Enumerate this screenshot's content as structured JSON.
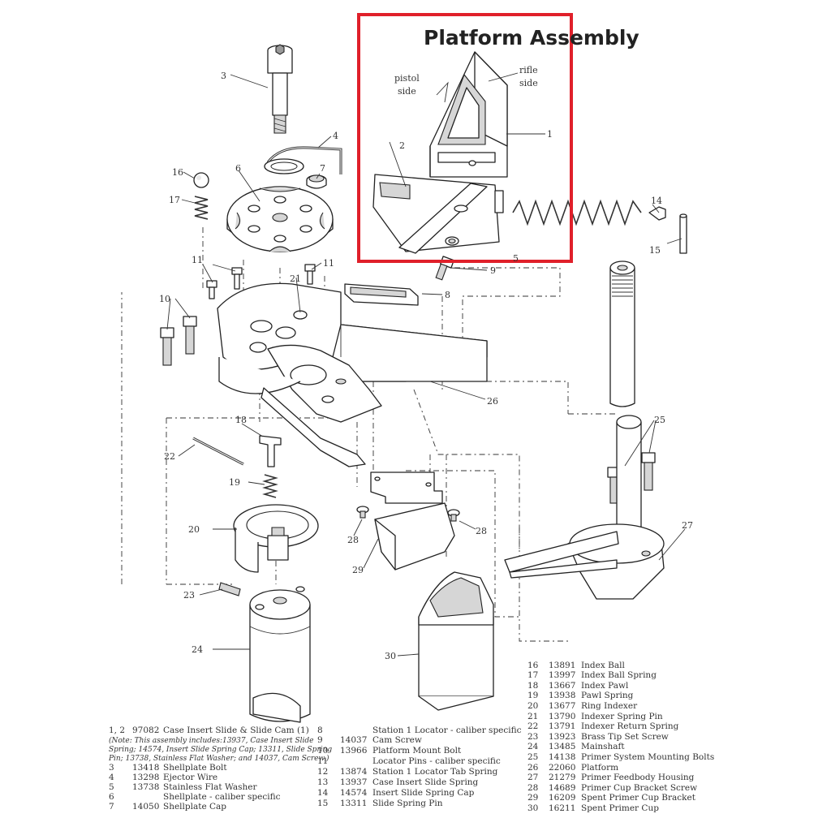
{
  "title": "Platform Assembly",
  "annotations": {
    "pistol": "pistol",
    "pistol_side": "side",
    "rifle": "rifle",
    "rifle_side": "side"
  },
  "callouts": {
    "c1": "1",
    "c2": "2",
    "c3": "3",
    "c4": "4",
    "c5": "5",
    "c6": "6",
    "c7": "7",
    "c8": "8",
    "c9": "9",
    "c10": "10",
    "c11a": "11",
    "c11b": "11",
    "c14": "14",
    "c15": "15",
    "c16": "16",
    "c17": "17",
    "c18": "18",
    "c19": "19",
    "c20": "20",
    "c21": "21",
    "c22": "22",
    "c23": "23",
    "c24": "24",
    "c25": "25",
    "c26": "26",
    "c27": "27",
    "c28a": "28",
    "c28b": "28",
    "c29": "29",
    "c30": "30"
  },
  "highlight_color": "#e0202a",
  "parts_left": [
    {
      "ref": "1, 2",
      "num": "97082",
      "desc": "Case Insert Slide & Slide Cam (1)"
    }
  ],
  "note_lines": [
    "(Note: This assembly includes:13937, Case Insert Slide",
    "Spring; 14574, Insert Slide Spring Cap; 13311, Slide Spring",
    "Pin; 13738, Stainless Flat Washer; and 14037, Cam Screw.)"
  ],
  "parts_left_2": [
    {
      "ref": "3",
      "num": "13418",
      "desc": "Shellplate Bolt"
    },
    {
      "ref": "4",
      "num": "13298",
      "desc": "Ejector Wire"
    },
    {
      "ref": "5",
      "num": "13738",
      "desc": "Stainless Flat Washer"
    },
    {
      "ref": "6",
      "num": "",
      "desc": "Shellplate - caliber specific"
    },
    {
      "ref": "7",
      "num": "14050",
      "desc": "Shellplate Cap"
    }
  ],
  "parts_mid": [
    {
      "ref": "8",
      "num": "",
      "desc": "Station 1 Locator - caliber specific"
    },
    {
      "ref": "9",
      "num": "14037",
      "desc": "Cam Screw"
    },
    {
      "ref": "10",
      "num": "13966",
      "desc": "Platform Mount Bolt"
    },
    {
      "ref": "11",
      "num": "",
      "desc": "Locator Pins  - caliber specific"
    },
    {
      "ref": "12",
      "num": "13874",
      "desc": "Station 1 Locator Tab Spring"
    },
    {
      "ref": "13",
      "num": "13937",
      "desc": "Case Insert Slide Spring"
    },
    {
      "ref": "14",
      "num": "14574",
      "desc": "Insert Slide Spring Cap"
    },
    {
      "ref": "15",
      "num": "13311",
      "desc": "Slide Spring Pin"
    }
  ],
  "parts_right": [
    {
      "ref": "16",
      "num": "13891",
      "desc": "Index Ball"
    },
    {
      "ref": "17",
      "num": "13997",
      "desc": "Index Ball Spring"
    },
    {
      "ref": "18",
      "num": "13667",
      "desc": "Index Pawl"
    },
    {
      "ref": "19",
      "num": "13938",
      "desc": "Pawl Spring"
    },
    {
      "ref": "20",
      "num": "13677",
      "desc": "Ring Indexer"
    },
    {
      "ref": "21",
      "num": "13790",
      "desc": "Indexer Spring Pin"
    },
    {
      "ref": "22",
      "num": "13791",
      "desc": "Indexer Return Spring"
    },
    {
      "ref": "23",
      "num": "13923",
      "desc": "Brass Tip Set Screw"
    },
    {
      "ref": "24",
      "num": "13485",
      "desc": "Mainshaft"
    },
    {
      "ref": "25",
      "num": "14138",
      "desc": "Primer System Mounting Bolts"
    },
    {
      "ref": "26",
      "num": "22060",
      "desc": "Platform"
    },
    {
      "ref": "27",
      "num": "21279",
      "desc": "Primer Feedbody Housing"
    },
    {
      "ref": "28",
      "num": "14689",
      "desc": "Primer Cup Bracket Screw"
    },
    {
      "ref": "29",
      "num": "16209",
      "desc": "Spent Primer Cup Bracket"
    },
    {
      "ref": "30",
      "num": "16211",
      "desc": "Spent Primer Cup"
    }
  ]
}
